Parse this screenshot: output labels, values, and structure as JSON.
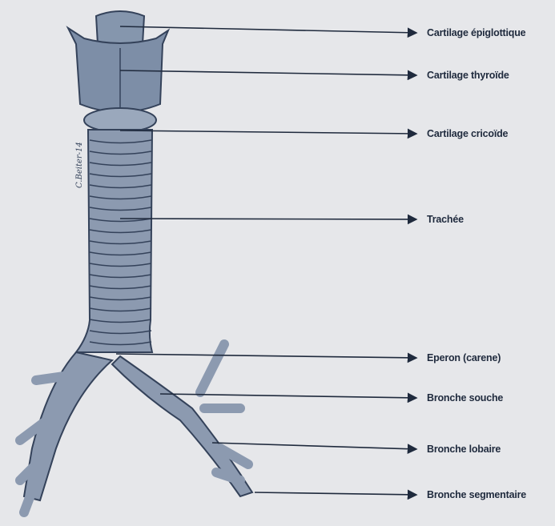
{
  "colors": {
    "background": "#e6e7ea",
    "tissue": "#8c9ab0",
    "outline": "#34425a",
    "arrow": "#1f2a3d"
  },
  "signature": "C.Beiter-14",
  "labels": [
    {
      "id": "epiglottique",
      "text": "Cartilage épiglottique"
    },
    {
      "id": "thyroide",
      "text": "Cartilage thyroïde"
    },
    {
      "id": "cricoide",
      "text": "Cartilage cricoïde"
    },
    {
      "id": "trachee",
      "text": "Trachée"
    },
    {
      "id": "eperon",
      "text": "Eperon (carene)"
    },
    {
      "id": "bronche-souche",
      "text": "Bronche souche"
    },
    {
      "id": "bronche-lobaire",
      "text": "Bronche lobaire"
    },
    {
      "id": "bronche-segmentaire",
      "text": "Bronche segmentaire"
    }
  ]
}
